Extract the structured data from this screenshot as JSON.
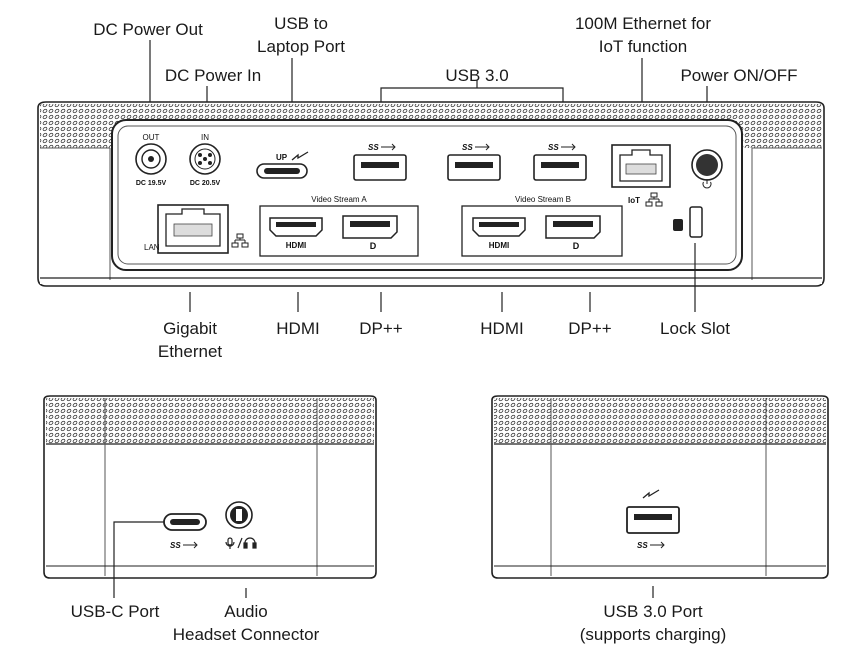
{
  "callouts": {
    "dc_power_out": "DC Power Out",
    "usb_to_laptop": "USB to\nLaptop Port",
    "dc_power_in": "DC Power In",
    "usb30": "USB 3.0",
    "ethernet_100m": "100M Ethernet for\nIoT function",
    "power_onoff": "Power ON/OFF",
    "gigabit_ethernet": "Gigabit\nEthernet",
    "hdmi_a": "HDMI",
    "dp_a": "DP++",
    "hdmi_b": "HDMI",
    "dp_b": "DP++",
    "lock_slot": "Lock Slot",
    "usbc_port": "USB-C Port",
    "audio": "Audio\nHeadset Connector",
    "usb30_port": "USB 3.0 Port\n(supports charging)"
  },
  "panel_text": {
    "out": "OUT",
    "in": "IN",
    "dc_out_v": "DC 19.5V",
    "dc_in_v": "DC 20.5V",
    "up": "UP",
    "lan": "LAN",
    "iot": "IoT",
    "stream_a": "Video Stream A",
    "stream_b": "Video Stream B",
    "hdmi_port": "HDMI",
    "dp_glyph": "D",
    "ss": "SS"
  }
}
